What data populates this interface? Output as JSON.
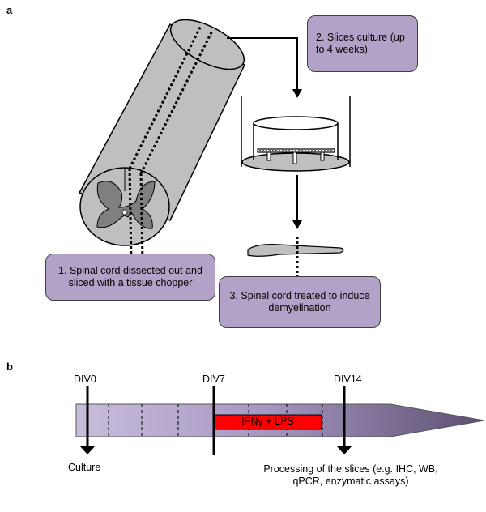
{
  "panel_a": {
    "label": "a",
    "steps": [
      "1. Spinal cord dissected out and sliced with a tissue chopper",
      "2. Slices culture (up to 4 weeks)",
      "3. Spinal cord treated to induce demyelination"
    ]
  },
  "panel_b": {
    "label": "b",
    "timepoints": [
      "DIV0",
      "DIV7",
      "DIV14"
    ],
    "treatment_label": "IFNγ + LPS",
    "culture_label": "Culture",
    "processing_label": "Processing of the slices (e.g. IHC, WB, qPCR, enzymatic assays)"
  },
  "colors": {
    "box_fill": "#b3a2c7",
    "treatment_bar": "#ff0000",
    "cord_gray": "#bfbfbf",
    "grey_matter": "#7f7f7f"
  }
}
